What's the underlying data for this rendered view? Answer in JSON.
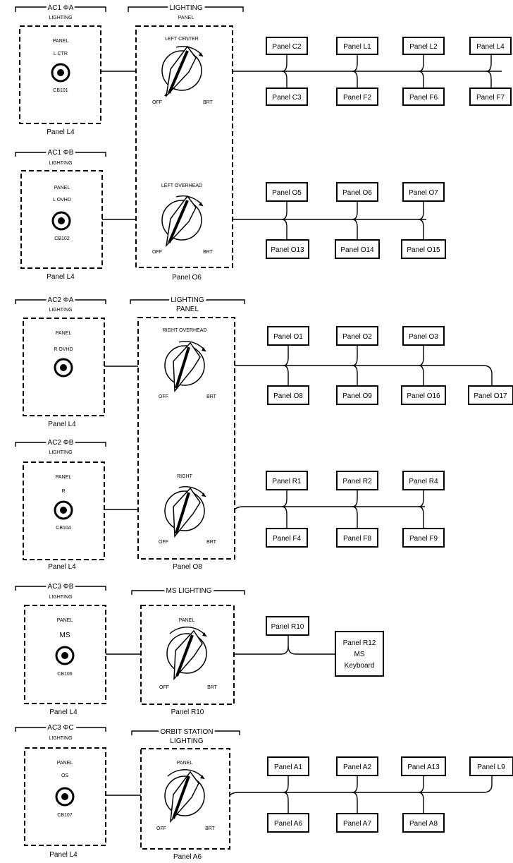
{
  "groups": [
    {
      "cb_hdr1": "AC1 ΦA",
      "cb_hdr2": "LIGHTING",
      "cb_panel": "PANEL",
      "cb_label": "L CTR",
      "cb_id": "CB101",
      "cb_caption": "Panel L4",
      "dimmer_label": "LEFT CENTER",
      "off": "OFF",
      "brt": "BRT"
    },
    {
      "cb_hdr1": "AC1 ΦB",
      "cb_hdr2": "LIGHTING",
      "cb_panel": "PANEL",
      "cb_label": "L OVHD",
      "cb_id": "CB102",
      "cb_caption": "Panel L4",
      "dimmer_label": "LEFT OVERHEAD",
      "off": "OFF",
      "brt": "BRT"
    },
    {
      "cb_hdr1": "AC2 ΦA",
      "cb_hdr2": "LIGHTING",
      "cb_panel": "PANEL",
      "cb_label": "R OVHD",
      "cb_id": "",
      "cb_caption": "Panel L4",
      "dimmer_label": "RIGHT OVERHEAD",
      "off": "OFF",
      "brt": "BRT"
    },
    {
      "cb_hdr1": "AC2 ΦB",
      "cb_hdr2": "LIGHTING",
      "cb_panel": "PANEL",
      "cb_label": "R",
      "cb_id": "CB104",
      "cb_caption": "Panel L4",
      "dimmer_label": "RIGHT",
      "off": "OFF",
      "brt": "BRT"
    },
    {
      "cb_hdr1": "AC3 ΦB",
      "cb_hdr2": "LIGHTING",
      "cb_panel": "PANEL",
      "cb_label": "MS",
      "cb_id": "CB106",
      "cb_caption": "Panel L4",
      "dimmer_label": "PANEL",
      "off": "OFF",
      "brt": "BRT"
    },
    {
      "cb_hdr1": "AC3 ΦC",
      "cb_hdr2": "LIGHTING",
      "cb_panel": "PANEL",
      "cb_label": "OS",
      "cb_id": "CB107",
      "cb_caption": "Panel L4",
      "dimmer_label": "PANEL",
      "off": "OFF",
      "brt": "BRT"
    }
  ],
  "dimmer_panels": [
    {
      "hdr1": "LIGHTING",
      "hdr2": "PANEL",
      "caption": "Panel O6"
    },
    {
      "hdr1": "LIGHTING",
      "hdr2": "PANEL",
      "caption": "Panel O8"
    },
    {
      "hdr1": "MS LIGHTING",
      "hdr2": "",
      "caption": "Panel R10"
    },
    {
      "hdr1": "ORBIT STATION",
      "hdr2": "LIGHTING",
      "caption": "Panel A6"
    }
  ],
  "buses": [
    {
      "top": [
        "Panel C2",
        "Panel L1",
        "Panel L2",
        "Panel L4"
      ],
      "bottom": [
        "Panel C3",
        "Panel F2",
        "Panel F6",
        "Panel F7"
      ]
    },
    {
      "top": [
        "Panel O5",
        "Panel O6",
        "Panel O7"
      ],
      "bottom": [
        "Panel O13",
        "Panel O14",
        "Panel O15"
      ]
    },
    {
      "top": [
        "Panel O1",
        "Panel O2",
        "Panel O3"
      ],
      "bottom": [
        "Panel O8",
        "Panel O9",
        "Panel O16",
        "Panel O17"
      ]
    },
    {
      "top": [
        "Panel R1",
        "Panel R2",
        "Panel R4"
      ],
      "bottom": [
        "Panel F4",
        "Panel F8",
        "Panel F9"
      ]
    },
    {
      "top": [
        "Panel R10"
      ],
      "bottom": []
    },
    {
      "top": [
        "Panel A1",
        "Panel A2",
        "Panel A13",
        "Panel L9"
      ],
      "bottom": [
        "Panel A6",
        "Panel A7",
        "Panel A8"
      ]
    }
  ],
  "keyboard_box": {
    "line1": "Panel R12",
    "line2": "MS",
    "line3": "Keyboard"
  }
}
